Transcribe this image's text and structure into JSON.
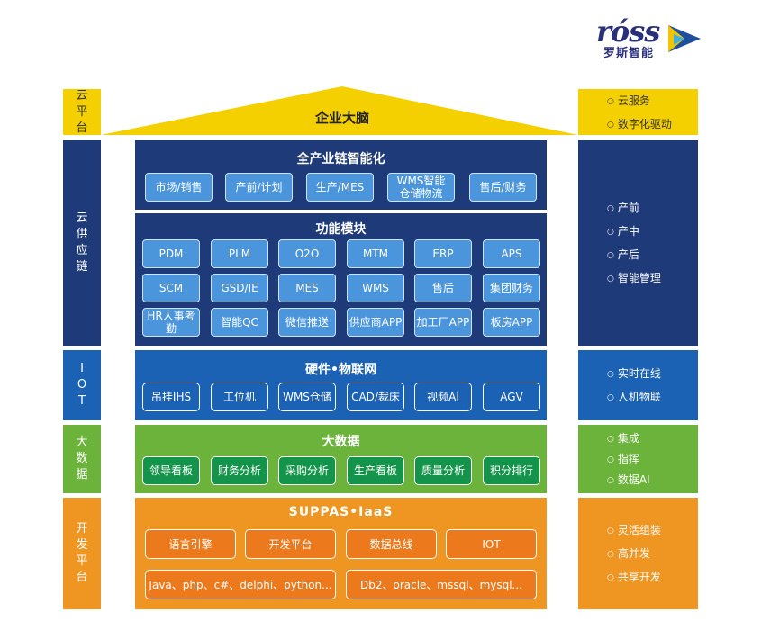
{
  "logo": {
    "text": "róss",
    "sub": "罗斯智能"
  },
  "roof": {
    "title": "企业大脑"
  },
  "left": {
    "cloud_platform": "云平台",
    "cloud_supply_chain": "云供应链",
    "iot": "IOT",
    "big_data": "大数据",
    "dev_platform": "开发平台"
  },
  "right": {
    "cloud": [
      "云服务",
      "数字化驱动"
    ],
    "supply": [
      "产前",
      "产中",
      "产后",
      "智能管理"
    ],
    "iot": [
      "实时在线",
      "人机物联"
    ],
    "data": [
      "集成",
      "指挥",
      "数据AI"
    ],
    "dev": [
      "灵活组装",
      "高并发",
      "共享开发"
    ]
  },
  "industry_chain": {
    "title": "全产业链智能化",
    "items": [
      "市场/销售",
      "产前/计划",
      "生产/MES",
      "WMS智能\n仓储物流",
      "售后/财务"
    ]
  },
  "modules": {
    "title": "功能模块",
    "rows": [
      [
        "PDM",
        "PLM",
        "O2O",
        "MTM",
        "ERP",
        "APS"
      ],
      [
        "SCM",
        "GSD/IE",
        "MES",
        "WMS",
        "售后",
        "集团财务"
      ],
      [
        "HR人事考勤",
        "智能QC",
        "微信推送",
        "供应商APP",
        "加工厂APP",
        "板房APP"
      ]
    ]
  },
  "iot_block": {
    "title": "硬件•物联网",
    "items": [
      "吊挂IHS",
      "工位机",
      "WMS仓储",
      "CAD/裁床",
      "视频AI",
      "AGV"
    ]
  },
  "bigdata_block": {
    "title": "大数据",
    "items": [
      "领导看板",
      "财务分析",
      "采购分析",
      "生产看板",
      "质量分析",
      "积分排行"
    ]
  },
  "iaas_block": {
    "title": "SUPPAS•IaaS",
    "row1": [
      "语言引擎",
      "开发平台",
      "数据总线",
      "IOT"
    ],
    "row2": [
      "Java、php、c#、delphi、python...",
      "Db2、oracle、mssql、mysql..."
    ]
  }
}
